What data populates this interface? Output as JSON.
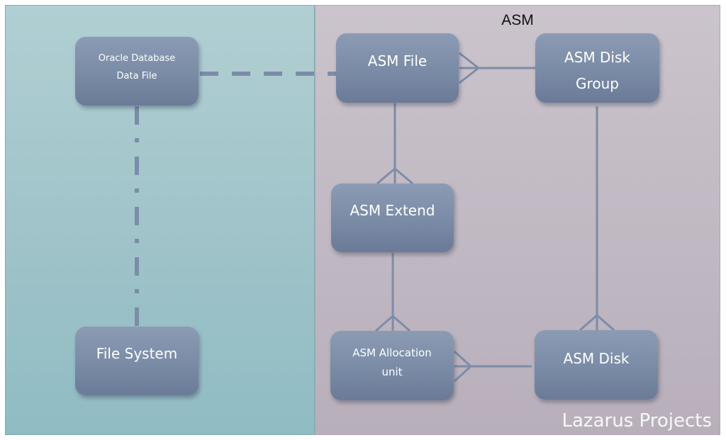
{
  "diagram": {
    "type": "entity-relationship",
    "regions": {
      "left": {
        "label": ""
      },
      "right": {
        "label": "ASM"
      }
    },
    "nodes": {
      "oracle_data_file": {
        "line1": "Oracle Database",
        "line2": "Data File"
      },
      "file_system": {
        "label": "File System"
      },
      "asm_file": {
        "label": "ASM File"
      },
      "asm_disk_group": {
        "line1": "ASM Disk",
        "line2": "Group"
      },
      "asm_extend": {
        "label": "ASM Extend"
      },
      "asm_allocation_unit": {
        "line1": "ASM Allocation",
        "line2": "unit"
      },
      "asm_disk": {
        "label": "ASM Disk"
      }
    },
    "edges": [
      {
        "from": "oracle_data_file",
        "to": "asm_file",
        "style": "dashed"
      },
      {
        "from": "oracle_data_file",
        "to": "file_system",
        "style": "dash-dot"
      },
      {
        "from": "asm_file",
        "to": "asm_disk_group",
        "style": "solid",
        "crows_foot_at": "asm_file"
      },
      {
        "from": "asm_file",
        "to": "asm_extend",
        "style": "solid",
        "crows_foot_at": "asm_extend"
      },
      {
        "from": "asm_extend",
        "to": "asm_allocation_unit",
        "style": "solid",
        "crows_foot_at": "asm_allocation_unit"
      },
      {
        "from": "asm_disk_group",
        "to": "asm_disk",
        "style": "solid",
        "crows_foot_at": "asm_disk"
      },
      {
        "from": "asm_disk",
        "to": "asm_allocation_unit",
        "style": "solid",
        "crows_foot_at": "asm_allocation_unit"
      }
    ],
    "watermark": "Lazarus Projects",
    "colors": {
      "left_region": "#a4c8cd",
      "right_region": "#c4bcc6",
      "node_fill": "#7b8ca7",
      "connector": "#7d8ca8",
      "node_text": "#ffffff"
    }
  }
}
